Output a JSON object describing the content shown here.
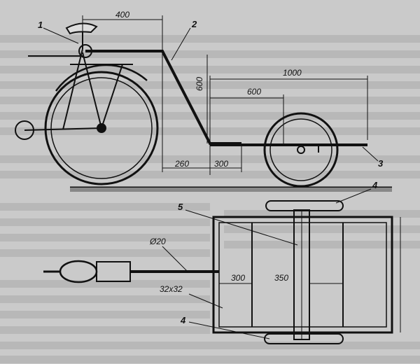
{
  "figure": {
    "part_numbers": [
      "1",
      "2",
      "3",
      "4",
      "5",
      "4"
    ],
    "dimensions": {
      "d400": "400",
      "d1000": "1000",
      "d600_top": "600",
      "d600_vert": "600",
      "d260": "260",
      "d300_side": "300",
      "d20": "Ø20",
      "d32": "32x32",
      "d300_plan": "300",
      "d350": "350"
    }
  },
  "colors": {
    "paper": "#cacaca",
    "ink": "#111111",
    "halftone": "#a9a9a9"
  }
}
